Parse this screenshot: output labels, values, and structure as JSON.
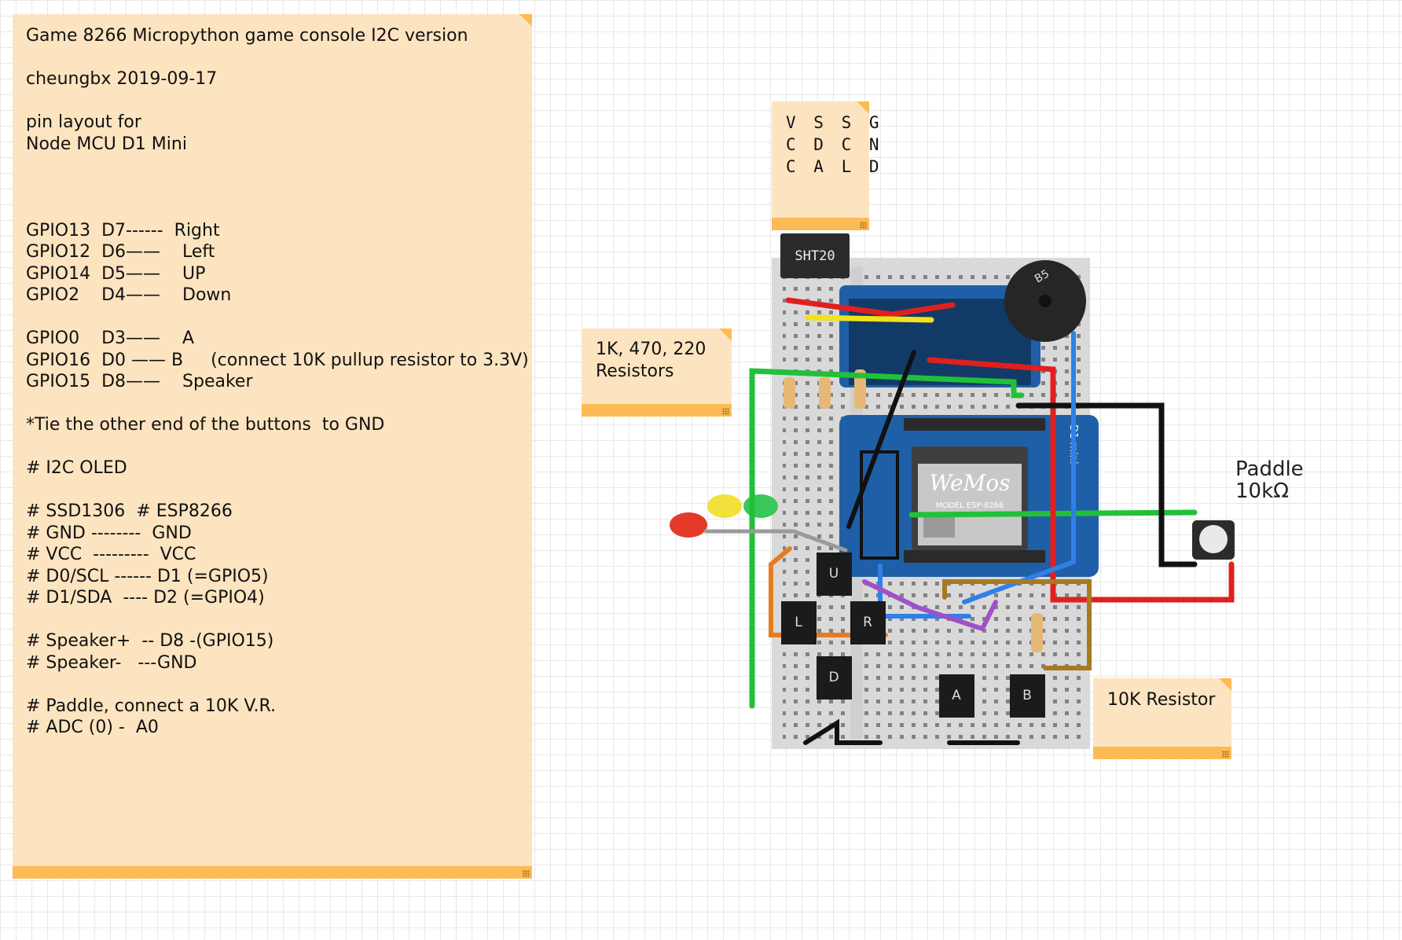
{
  "notes": {
    "main": "Game 8266 Micropython game console I2C version\n\ncheungbx 2019-09-17\n\npin layout for\nNode MCU D1 Mini\n\n\n\nGPIO13  D7------  Right\nGPIO12  D6——    Left\nGPIO14  D5——    UP\nGPIO2    D4——    Down\n\nGPIO0    D3——    A\nGPIO16  D0 —— B     (connect 10K pullup resistor to 3.3V)\nGPIO15  D8——    Speaker\n\n*Tie the other end of the buttons  to GND\n\n# I2C OLED\n\n# SSD1306  # ESP8266\n# GND --------  GND\n# VCC  ---------  VCC\n# D0/SCL ------ D1 (=GPIO5)\n# D1/SDA  ---- D2 (=GPIO4)\n\n# Speaker+  -- D8 -(GPIO15)\n# Speaker-   ---GND\n\n# Paddle, connect a 10K V.R.\n# ADC (0) -  A0",
    "vcc_header": "V S S G\nC D C N\nC A L D",
    "resistors": "1K, 470, 220\nResistors",
    "ten_k": "10K Resistor"
  },
  "labels": {
    "paddle": "Paddle\n10kΩ",
    "sensor": "SHT20",
    "board_brand": "WeMos",
    "board_model": "MODEL  ESP-8266",
    "board_side": "D1 mini",
    "buttons": [
      "U",
      "L",
      "R",
      "D",
      "A",
      "B"
    ],
    "buzzer": "B5"
  },
  "colors": {
    "note_fill": "#fde4c0",
    "note_bar": "#fdbb55",
    "board_blue": "#1f5fa8",
    "wire_red": "#e02020",
    "wire_green": "#22c03a",
    "wire_black": "#111111",
    "wire_yellow": "#f2e21a",
    "wire_blue": "#2f80e8",
    "wire_orange": "#e87a20",
    "wire_purple": "#a050c8",
    "wire_brown": "#a87a20",
    "wire_gray": "#9a9a9a"
  }
}
